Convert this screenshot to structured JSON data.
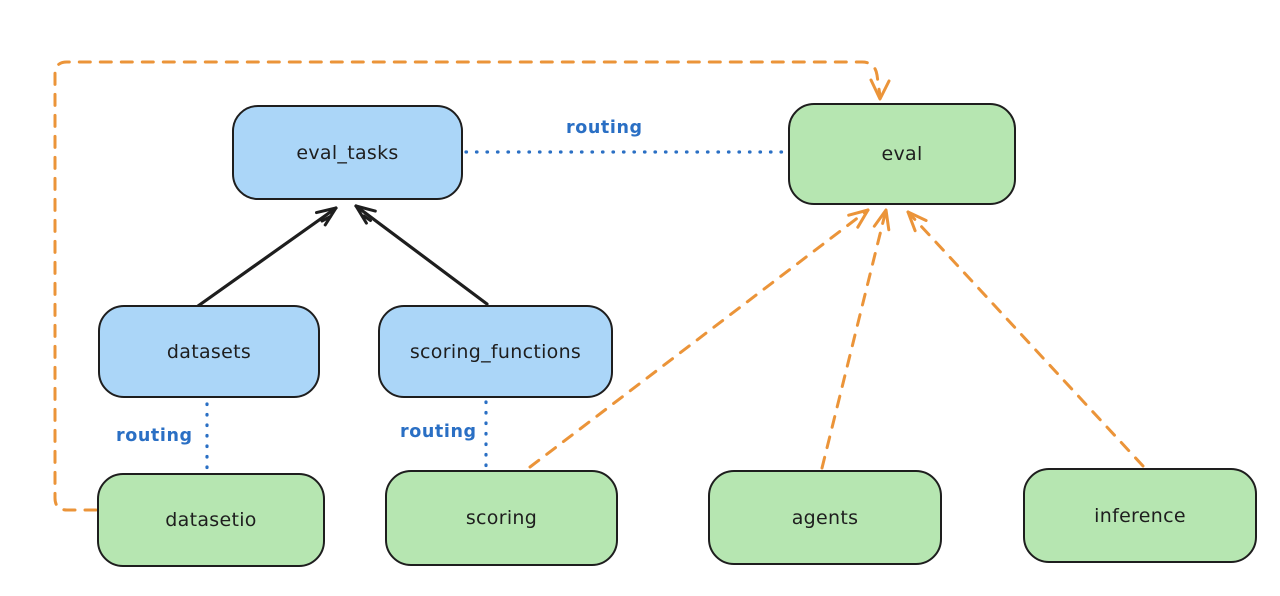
{
  "diagram": {
    "colors": {
      "node_blue": "#abd6f8",
      "node_green": "#b6e6b1",
      "stroke_dark": "#1e1e1e",
      "routing_blue": "#2a6fc4",
      "orange": "#eb9439",
      "canvas_bg": "#ffffff"
    },
    "nodes": [
      {
        "id": "eval_tasks",
        "label": "eval_tasks",
        "fill": "blue"
      },
      {
        "id": "eval",
        "label": "eval",
        "fill": "green"
      },
      {
        "id": "datasets",
        "label": "datasets",
        "fill": "blue"
      },
      {
        "id": "scoring_functions",
        "label": "scoring_functions",
        "fill": "blue"
      },
      {
        "id": "datasetio",
        "label": "datasetio",
        "fill": "green"
      },
      {
        "id": "scoring",
        "label": "scoring",
        "fill": "green"
      },
      {
        "id": "agents",
        "label": "agents",
        "fill": "green"
      },
      {
        "id": "inference",
        "label": "inference",
        "fill": "green"
      }
    ],
    "edges": [
      {
        "from": "datasets",
        "to": "eval_tasks",
        "style": "solid",
        "color": "black",
        "label": ""
      },
      {
        "from": "scoring_functions",
        "to": "eval_tasks",
        "style": "solid",
        "color": "black",
        "label": ""
      },
      {
        "from": "eval_tasks",
        "to": "eval",
        "style": "dotted",
        "color": "blue",
        "label": "routing"
      },
      {
        "from": "datasets",
        "to": "datasetio",
        "style": "dotted",
        "color": "blue",
        "label": "routing"
      },
      {
        "from": "scoring_functions",
        "to": "scoring",
        "style": "dotted",
        "color": "blue",
        "label": "routing"
      },
      {
        "from": "datasetio",
        "to": "eval",
        "style": "dashed",
        "color": "orange",
        "label": ""
      },
      {
        "from": "scoring",
        "to": "eval",
        "style": "dashed",
        "color": "orange",
        "label": ""
      },
      {
        "from": "agents",
        "to": "eval",
        "style": "dashed",
        "color": "orange",
        "label": ""
      },
      {
        "from": "inference",
        "to": "eval",
        "style": "dashed",
        "color": "orange",
        "label": ""
      }
    ]
  }
}
